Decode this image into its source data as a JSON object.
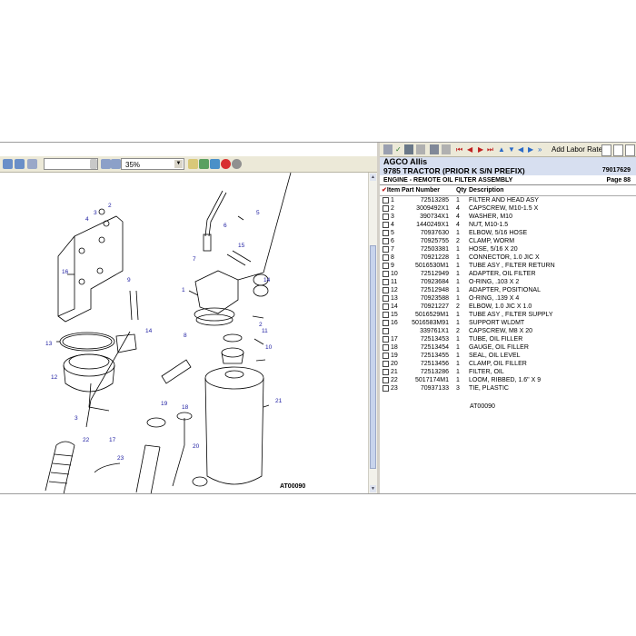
{
  "toolbar": {
    "zoom_value": "35%",
    "labor_button": "Add Labor Rate",
    "page_nav_icons": [
      "first-page-icon",
      "prev-page-icon",
      "up-arrow-icon",
      "down-arrow-icon",
      "left-arrow-icon",
      "right-arrow-icon",
      "forward-icon"
    ]
  },
  "header": {
    "brand": "AGCO Allis",
    "model": "9785 TRACTOR (PRIOR K S/N PREFIX)",
    "model_code": "79017629",
    "assembly": "ENGINE - REMOTE OIL FILTER ASSEMBLY",
    "page": "Page 88"
  },
  "table": {
    "columns": [
      "Item",
      "Part Number",
      "Qty",
      "Description"
    ],
    "rows": [
      {
        "item": "1",
        "part": "72513285",
        "qty": "1",
        "desc": "FILTER AND HEAD ASY"
      },
      {
        "item": "2",
        "part": "3009492X1",
        "qty": "4",
        "desc": "CAPSCREW, M10-1.5 X"
      },
      {
        "item": "3",
        "part": "390734X1",
        "qty": "4",
        "desc": "WASHER, M10"
      },
      {
        "item": "4",
        "part": "1440249X1",
        "qty": "4",
        "desc": "NUT, M10-1.5"
      },
      {
        "item": "5",
        "part": "70937630",
        "qty": "1",
        "desc": "ELBOW, 5/16 HOSE"
      },
      {
        "item": "6",
        "part": "70925755",
        "qty": "2",
        "desc": "CLAMP, WORM"
      },
      {
        "item": "7",
        "part": "72503381",
        "qty": "1",
        "desc": "HOSE, 5/16 X 20"
      },
      {
        "item": "8",
        "part": "70921228",
        "qty": "1",
        "desc": "CONNECTOR, 1.0 JIC X"
      },
      {
        "item": "9",
        "part": "5016530M1",
        "qty": "1",
        "desc": "TUBE ASY , FILTER RETURN"
      },
      {
        "item": "10",
        "part": "72512949",
        "qty": "1",
        "desc": "ADAPTER, OIL FILTER"
      },
      {
        "item": "11",
        "part": "70923684",
        "qty": "1",
        "desc": "O-RING, .103 X 2"
      },
      {
        "item": "12",
        "part": "72512948",
        "qty": "1",
        "desc": "ADAPTER, POSITIONAL"
      },
      {
        "item": "13",
        "part": "70923588",
        "qty": "1",
        "desc": "O-RING, .139 X 4"
      },
      {
        "item": "14",
        "part": "70921227",
        "qty": "2",
        "desc": "ELBOW, 1.0 JIC X 1.0"
      },
      {
        "item": "15",
        "part": "5016529M1",
        "qty": "1",
        "desc": "TUBE ASY , FILTER SUPPLY"
      },
      {
        "item": "16",
        "part": "5016583M91",
        "qty": "1",
        "desc": "SUPPORT WLDMT"
      },
      {
        "item": "",
        "part": "339761X1",
        "qty": "2",
        "desc": "CAPSCREW, M8 X 20"
      },
      {
        "item": "17",
        "part": "72513453",
        "qty": "1",
        "desc": "TUBE, OIL FILLER"
      },
      {
        "item": "18",
        "part": "72513454",
        "qty": "1",
        "desc": "GAUGE, OIL FILLER"
      },
      {
        "item": "19",
        "part": "72513455",
        "qty": "1",
        "desc": "SEAL, OIL LEVEL"
      },
      {
        "item": "20",
        "part": "72513456",
        "qty": "1",
        "desc": "CLAMP, OIL FILLER"
      },
      {
        "item": "21",
        "part": "72513286",
        "qty": "1",
        "desc": "FILTER, OIL"
      },
      {
        "item": "22",
        "part": "5017174M1",
        "qty": "1",
        "desc": "LOOM, RIBBED, 1.6\" X 9"
      },
      {
        "item": "23",
        "part": "70937133",
        "qty": "3",
        "desc": "TIE, PLASTIC"
      }
    ],
    "footer_ref": "AT00090"
  },
  "diagram": {
    "ref": "AT00090",
    "callouts": [
      "1",
      "2",
      "3",
      "4",
      "5",
      "6",
      "7",
      "8",
      "9",
      "10",
      "11",
      "12",
      "13",
      "14",
      "14",
      "15",
      "16",
      "17",
      "18",
      "19",
      "20",
      "21",
      "22",
      "23"
    ]
  },
  "colors": {
    "toolbar": "#ece9d8",
    "header_band": "#d7dff0",
    "callout": "#1a1aa0",
    "line": "#000000"
  }
}
